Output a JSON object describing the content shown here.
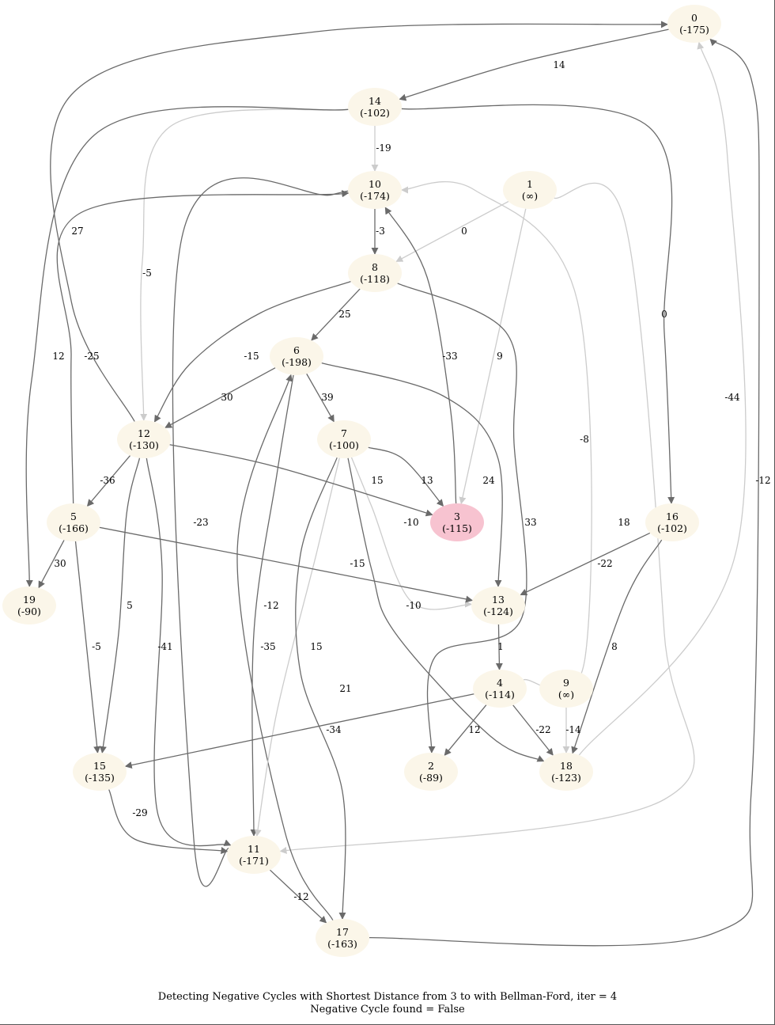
{
  "colors": {
    "node_fill": "#fbf6e9",
    "source_fill": "#f7c3d0",
    "edge_dark": "#6a6a6a",
    "edge_light": "#cccccc"
  },
  "graph": {
    "source": "3",
    "nodes": [
      {
        "id": "0",
        "dist": "(-175)"
      },
      {
        "id": "1",
        "dist": "(∞)"
      },
      {
        "id": "2",
        "dist": "(-89)"
      },
      {
        "id": "3",
        "dist": "(-115)"
      },
      {
        "id": "4",
        "dist": "(-114)"
      },
      {
        "id": "5",
        "dist": "(-166)"
      },
      {
        "id": "6",
        "dist": "(-198)"
      },
      {
        "id": "7",
        "dist": "(-100)"
      },
      {
        "id": "8",
        "dist": "(-118)"
      },
      {
        "id": "9",
        "dist": "(∞)"
      },
      {
        "id": "10",
        "dist": "(-174)"
      },
      {
        "id": "11",
        "dist": "(-171)"
      },
      {
        "id": "12",
        "dist": "(-130)"
      },
      {
        "id": "13",
        "dist": "(-124)"
      },
      {
        "id": "14",
        "dist": "(-102)"
      },
      {
        "id": "15",
        "dist": "(-135)"
      },
      {
        "id": "16",
        "dist": "(-102)"
      },
      {
        "id": "17",
        "dist": "(-163)"
      },
      {
        "id": "18",
        "dist": "(-123)"
      },
      {
        "id": "19",
        "dist": "(-90)"
      }
    ],
    "edges": [
      {
        "from": "0",
        "to": "14",
        "weight": "14",
        "style": "dark"
      },
      {
        "from": "14",
        "to": "10",
        "weight": "-19",
        "style": "light"
      },
      {
        "from": "14",
        "to": "12",
        "weight": "-5",
        "style": "light"
      },
      {
        "from": "14",
        "to": "19",
        "weight": "12",
        "style": "dark"
      },
      {
        "from": "14",
        "to": "16",
        "weight": "0",
        "style": "dark"
      },
      {
        "from": "12",
        "to": "0",
        "weight": "27",
        "style": "dark"
      },
      {
        "from": "1",
        "to": "8",
        "weight": "0",
        "style": "light"
      },
      {
        "from": "1",
        "to": "3",
        "weight": "9",
        "style": "light"
      },
      {
        "from": "1",
        "to": "11",
        "weight": "18",
        "style": "light"
      },
      {
        "from": "10",
        "to": "8",
        "weight": "-3",
        "style": "dark"
      },
      {
        "from": "5",
        "to": "10",
        "weight": "-25",
        "style": "dark"
      },
      {
        "from": "11",
        "to": "10",
        "weight": "-23",
        "style": "dark"
      },
      {
        "from": "3",
        "to": "10",
        "weight": "-33",
        "style": "dark"
      },
      {
        "from": "4",
        "to": "10",
        "weight": "-8",
        "style": "light"
      },
      {
        "from": "8",
        "to": "6",
        "weight": "25",
        "style": "dark"
      },
      {
        "from": "8",
        "to": "12",
        "weight": "-15",
        "style": "dark"
      },
      {
        "from": "8",
        "to": "2",
        "weight": "33",
        "style": "dark"
      },
      {
        "from": "6",
        "to": "12",
        "weight": "30",
        "style": "dark"
      },
      {
        "from": "6",
        "to": "7",
        "weight": "39",
        "style": "dark"
      },
      {
        "from": "6",
        "to": "13",
        "weight": "24",
        "style": "dark"
      },
      {
        "from": "6",
        "to": "11",
        "weight": "-12",
        "style": "dark"
      },
      {
        "from": "17",
        "to": "6",
        "weight": "-35",
        "style": "dark"
      },
      {
        "from": "7",
        "to": "3",
        "weight": "13",
        "style": "dark"
      },
      {
        "from": "7",
        "to": "13",
        "weight": "-10",
        "style": "light"
      },
      {
        "from": "7",
        "to": "18",
        "weight": "-10",
        "style": "dark"
      },
      {
        "from": "7",
        "to": "11",
        "weight": "15",
        "style": "light"
      },
      {
        "from": "7",
        "to": "17",
        "weight": "21",
        "style": "dark"
      },
      {
        "from": "12",
        "to": "3",
        "weight": "15",
        "style": "dark"
      },
      {
        "from": "12",
        "to": "5",
        "weight": "-36",
        "style": "dark"
      },
      {
        "from": "12",
        "to": "15",
        "weight": "5",
        "style": "dark"
      },
      {
        "from": "12",
        "to": "11",
        "weight": "-41",
        "style": "dark"
      },
      {
        "from": "5",
        "to": "19",
        "weight": "30",
        "style": "dark"
      },
      {
        "from": "5",
        "to": "13",
        "weight": "-15",
        "style": "dark"
      },
      {
        "from": "5",
        "to": "15",
        "weight": "-5",
        "style": "dark"
      },
      {
        "from": "16",
        "to": "13",
        "weight": "-22",
        "style": "dark"
      },
      {
        "from": "16",
        "to": "18",
        "weight": "8",
        "style": "dark"
      },
      {
        "from": "18",
        "to": "0",
        "weight": "-44",
        "style": "light"
      },
      {
        "from": "17",
        "to": "0",
        "weight": "-12",
        "style": "dark"
      },
      {
        "from": "13",
        "to": "4",
        "weight": "1",
        "style": "dark"
      },
      {
        "from": "4",
        "to": "2",
        "weight": "12",
        "style": "dark"
      },
      {
        "from": "4",
        "to": "18",
        "weight": "-22",
        "style": "dark"
      },
      {
        "from": "4",
        "to": "15",
        "weight": "-34",
        "style": "dark"
      },
      {
        "from": "9",
        "to": "18",
        "weight": "-14",
        "style": "light"
      },
      {
        "from": "15",
        "to": "11",
        "weight": "-29",
        "style": "dark"
      },
      {
        "from": "11",
        "to": "17",
        "weight": "-12",
        "style": "dark"
      }
    ]
  },
  "caption": {
    "line1": "Detecting Negative Cycles with Shortest Distance from 3 to with Bellman-Ford, iter = 4",
    "line2": "Negative Cycle found = False"
  }
}
